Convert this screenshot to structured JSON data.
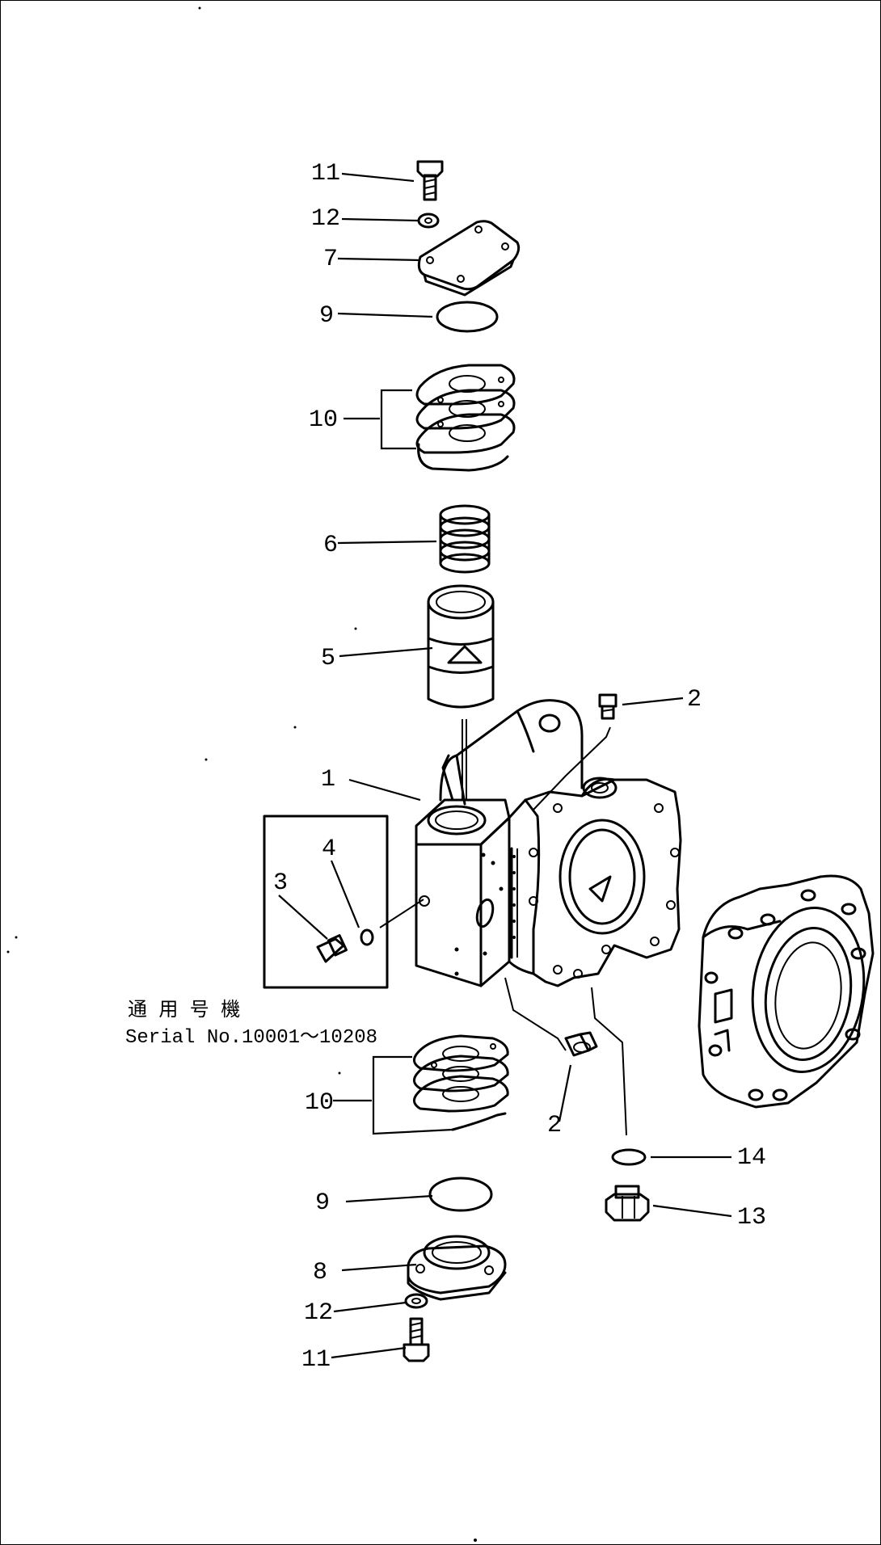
{
  "serial_note": {
    "line1": "通 用 号 機",
    "line2": "Serial No.10001～10208"
  },
  "callouts": [
    {
      "id": "c11a",
      "text": "11"
    },
    {
      "id": "c12a",
      "text": "12"
    },
    {
      "id": "c7",
      "text": "7"
    },
    {
      "id": "c9a",
      "text": "9"
    },
    {
      "id": "c10a",
      "text": "10"
    },
    {
      "id": "c6",
      "text": "6"
    },
    {
      "id": "c5",
      "text": "5"
    },
    {
      "id": "c2a",
      "text": "2"
    },
    {
      "id": "c1",
      "text": "1"
    },
    {
      "id": "c4",
      "text": "4"
    },
    {
      "id": "c3",
      "text": "3"
    },
    {
      "id": "c10b",
      "text": "10"
    },
    {
      "id": "c2b",
      "text": "2"
    },
    {
      "id": "c14",
      "text": "14"
    },
    {
      "id": "c9b",
      "text": "9"
    },
    {
      "id": "c13",
      "text": "13"
    },
    {
      "id": "c8",
      "text": "8"
    },
    {
      "id": "c12b",
      "text": "12"
    },
    {
      "id": "c11b",
      "text": "11"
    }
  ]
}
